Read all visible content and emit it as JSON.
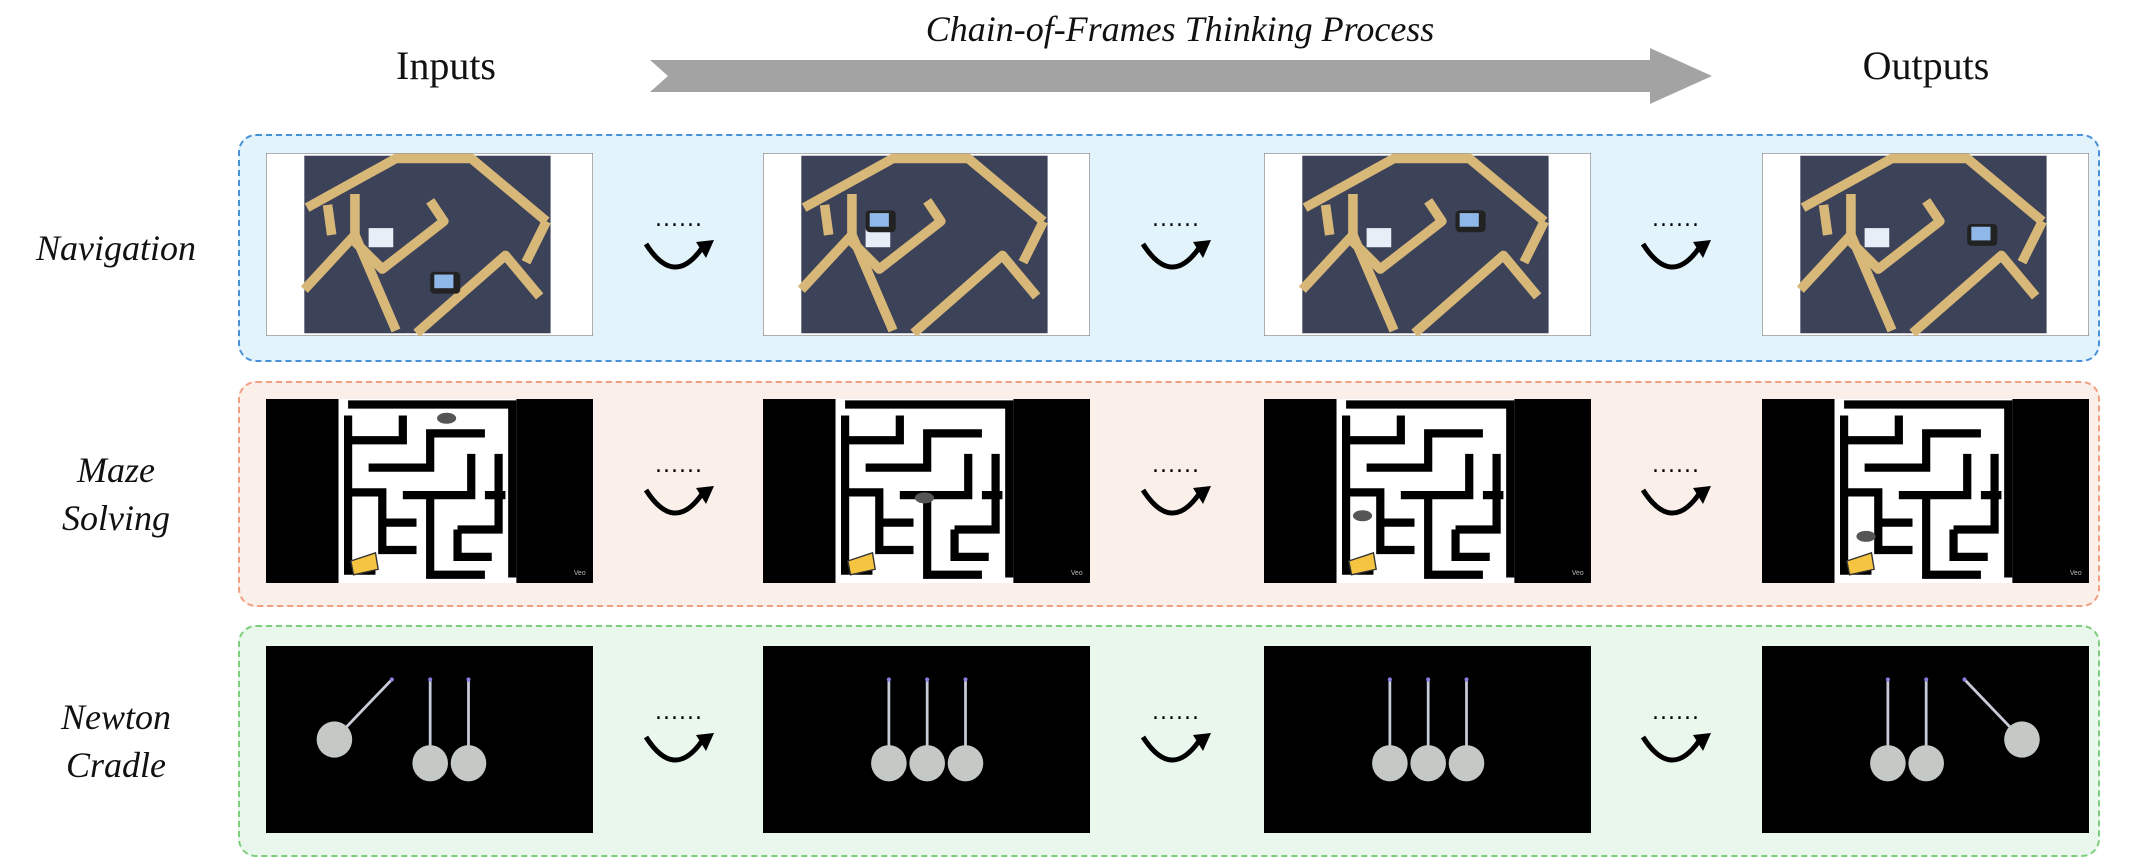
{
  "header": {
    "inputs_label": "Inputs",
    "process_label": "Chain-of-Frames Thinking Process",
    "outputs_label": "Outputs",
    "arrow_color": "#a3a3a3"
  },
  "step_indicator": {
    "dots": "......",
    "icon": "curved-arrow-icon"
  },
  "rows": [
    {
      "label_lines": [
        "Navigation"
      ],
      "bg": "#e3f3fb",
      "border": "#4a90d9",
      "type": "navigation",
      "frames": [
        {
          "robot": "start"
        },
        {
          "robot": "mid1"
        },
        {
          "robot": "mid2"
        },
        {
          "robot": "goal"
        }
      ]
    },
    {
      "label_lines": [
        "Maze",
        "Solving"
      ],
      "bg": "#fbefe9",
      "border": "#f0a080",
      "type": "maze",
      "watermark": "Veo",
      "frames": [
        {
          "mouse": "start"
        },
        {
          "mouse": "mid1"
        },
        {
          "mouse": "mid2"
        },
        {
          "mouse": "goal"
        }
      ]
    },
    {
      "label_lines": [
        "Newton",
        "Cradle"
      ],
      "bg": "#eaf7ec",
      "border": "#7dcf7d",
      "type": "cradle",
      "frames": [
        {
          "state": "left-raised"
        },
        {
          "state": "rest"
        },
        {
          "state": "rest"
        },
        {
          "state": "right-raised"
        }
      ]
    }
  ]
}
